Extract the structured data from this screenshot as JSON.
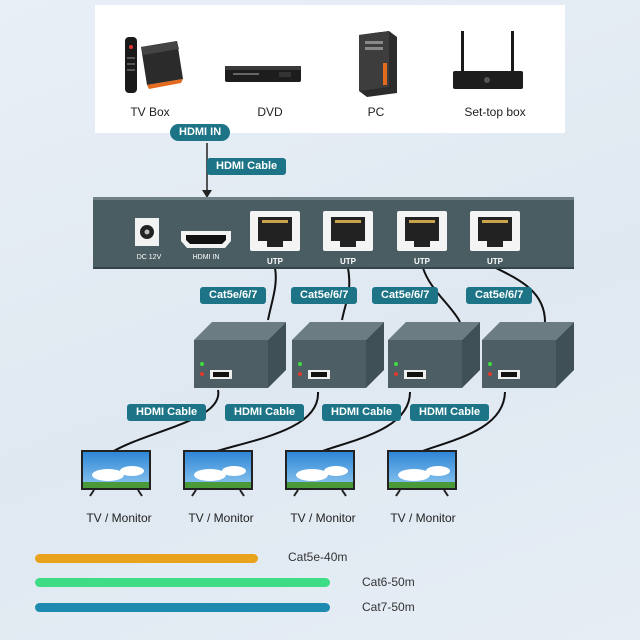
{
  "sources": [
    {
      "label": "TV Box"
    },
    {
      "label": "DVD"
    },
    {
      "label": "PC"
    },
    {
      "label": "Set-top box"
    }
  ],
  "hdmi_in_tag": "HDMI IN",
  "hdmi_cable_tag": "HDMI Cable",
  "splitter": {
    "dc_label": "DC 12V",
    "hdmi_in_label": "HDMI IN",
    "utp_label": "UTP"
  },
  "cat_tag": "Cat5e/6/7",
  "receiver_cable_tag": "HDMI Cable",
  "displays": [
    {
      "label": "TV / Monitor"
    },
    {
      "label": "TV / Monitor"
    },
    {
      "label": "TV / Monitor"
    },
    {
      "label": "TV / Monitor"
    }
  ],
  "legend": [
    {
      "label": "Cat5e-40m",
      "color": "#e9a21c"
    },
    {
      "label": "Cat6-50m",
      "color": "#3fdc86"
    },
    {
      "label": "Cat7-50m",
      "color": "#1f8ab0"
    }
  ],
  "colors": {
    "tag_bg": "#1c7486",
    "device_body": "#4a5d63"
  }
}
